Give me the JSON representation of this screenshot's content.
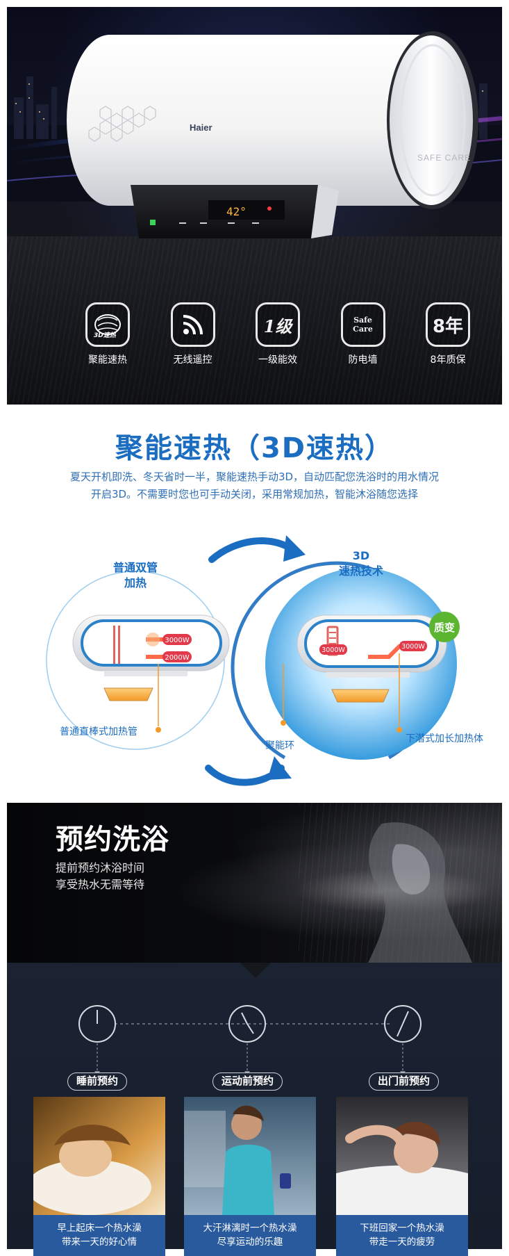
{
  "hero": {
    "brand": "Haier",
    "side_badge": "SAFE CARE",
    "display_digits": "42°",
    "features": [
      {
        "icon": "3d-speed-heat-icon",
        "icon_text": "3D速热",
        "label": "聚能速热"
      },
      {
        "icon": "wireless-signal-icon",
        "icon_text": "",
        "label": "无线遥控"
      },
      {
        "icon": "energy-level-1-icon",
        "icon_text": "1级",
        "label": "一级能效"
      },
      {
        "icon": "safe-care-wall-icon",
        "icon_text": "Safe Care",
        "label": "防电墙"
      },
      {
        "icon": "8-year-warranty-icon",
        "icon_text": "8年",
        "label": "8年质保"
      }
    ]
  },
  "section2": {
    "title": "聚能速热（3D速热）",
    "desc_line1": "夏天开机即洗、冬天省时一半，聚能速热手动3D，自动匹配您洗浴时的用水情况",
    "desc_line2": "开启3D。不需要时您也可手动关闭，采用常规加热，智能沐浴随您选择",
    "left": {
      "heading_line1": "普通双管",
      "heading_line2": "加热",
      "watt_top": "3000W",
      "watt_bottom": "2000W",
      "caption": "普通直棒式加热管"
    },
    "right": {
      "heading_line1": "3D",
      "heading_line2": "速热技术",
      "watt_left": "3000W",
      "watt_right": "3000W",
      "badge": "质变",
      "caption_ring": "聚能环",
      "caption_heater": "下潜式加长加热体"
    },
    "colors": {
      "blue": "#1b6dc1",
      "accent_orange": "#f39a2a",
      "green": "#5cb531",
      "red": "#e23a4a"
    }
  },
  "section3": {
    "title": "预约洗浴",
    "line1": "提前预约沐浴时间",
    "line2": "享受热水无需等待",
    "tags": [
      "睡前预约",
      "运动前预约",
      "出门前预约"
    ],
    "cards": [
      {
        "line1": "早上起床一个热水澡",
        "line2": "带来一天的好心情"
      },
      {
        "line1": "大汗淋漓时一个热水澡",
        "line2": "尽享运动的乐趣"
      },
      {
        "line1": "下班回家一个热水澡",
        "line2": "带走一天的疲劳"
      }
    ]
  }
}
